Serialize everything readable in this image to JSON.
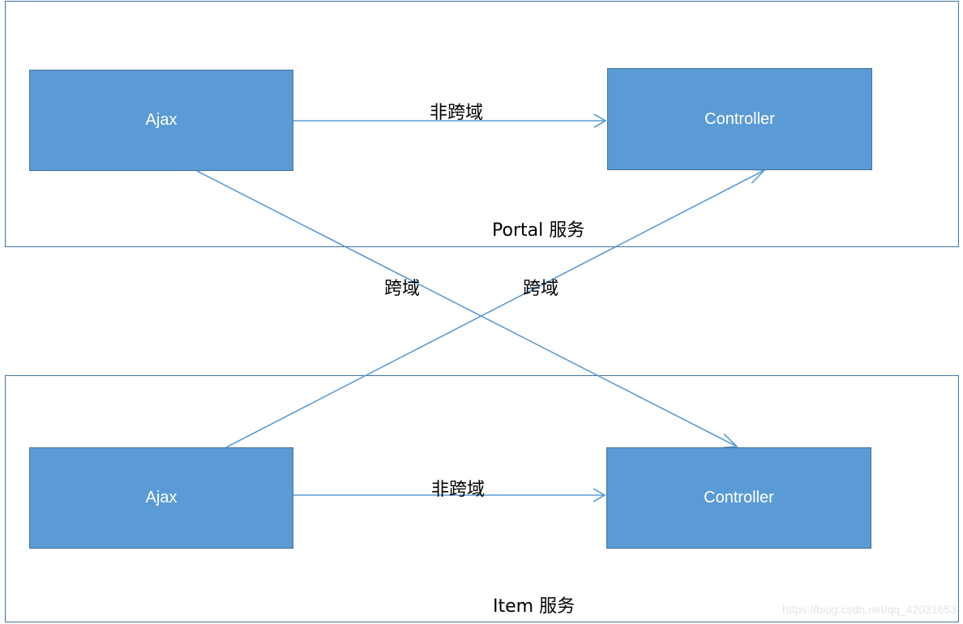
{
  "diagram": {
    "groups": {
      "portal": {
        "label": "Portal 服务"
      },
      "item": {
        "label": "Item 服务"
      }
    },
    "nodes": {
      "portal_ajax": "Ajax",
      "portal_controller": "Controller",
      "item_ajax": "Ajax",
      "item_controller": "Controller"
    },
    "edges": [
      {
        "from": "portal_ajax",
        "to": "portal_controller",
        "label": "非跨域"
      },
      {
        "from": "item_ajax",
        "to": "item_controller",
        "label": "非跨域"
      },
      {
        "from": "portal_ajax",
        "to": "item_controller",
        "label": "跨域"
      },
      {
        "from": "item_ajax",
        "to": "portal_controller",
        "label": "跨域"
      }
    ],
    "colors": {
      "node_fill": "#5b9bd5",
      "node_border": "#41719c",
      "edge": "#5b9bd5",
      "group_border": "#41719c"
    }
  },
  "watermark": "https://blog.csdn.net/qq_42031653"
}
